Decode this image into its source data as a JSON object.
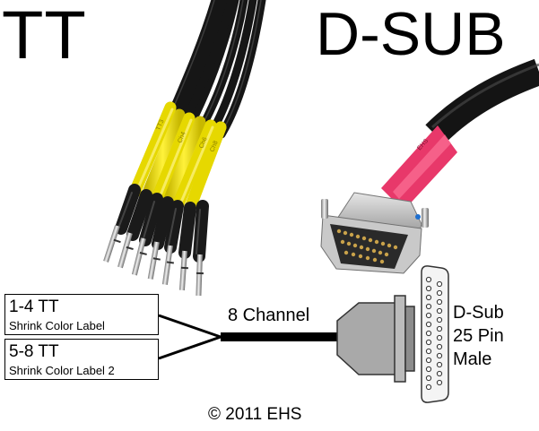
{
  "titles": {
    "left": "TT",
    "right": "D-SUB"
  },
  "labels": {
    "box1": {
      "main": "1-4 TT",
      "sub": "Shrink Color Label"
    },
    "box2": {
      "main": "5-8 TT",
      "sub": "Shrink Color Label 2"
    },
    "channel": "8 Channel",
    "dsub_desc": [
      "D-Sub",
      "25 Pin",
      "Male"
    ],
    "copyright": "© 2011 EHS"
  },
  "colors": {
    "tt_sleeve": "#f2e600",
    "shrink_boot": "#1a1a1a",
    "cable_jacket": "#111111",
    "dsub_boot": "#e8386a",
    "connector_shell": "#b8b8b8",
    "diagram_connector": "#a9a9a9"
  },
  "icons": {
    "photo": "tt-to-dsub-snake-cable-photo",
    "diagram_connector": "dsub-connector-side-view",
    "pinout": "dsub-25-pin-face"
  }
}
